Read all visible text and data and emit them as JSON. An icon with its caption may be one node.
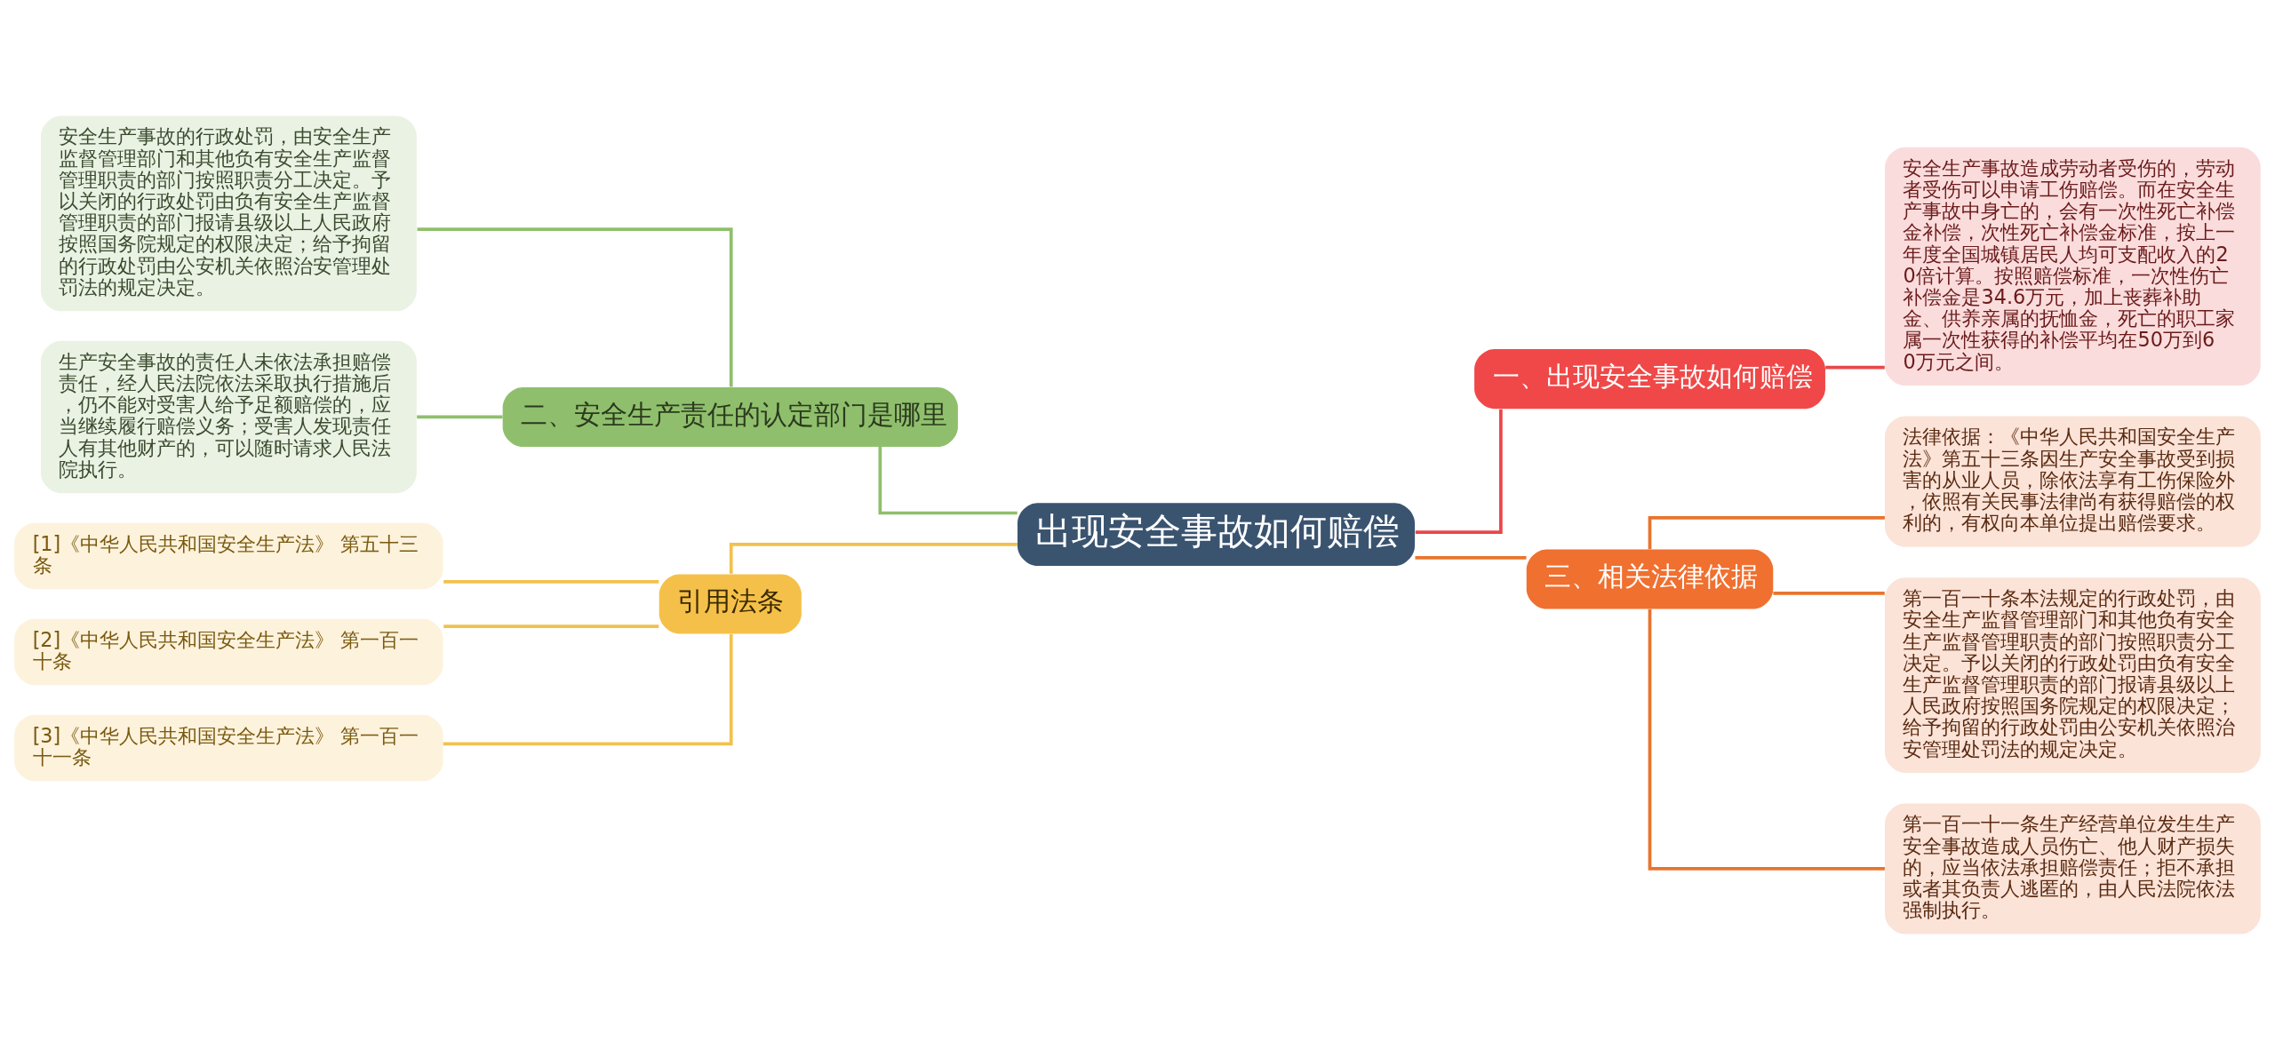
{
  "diagram": {
    "nodes": [
      {
        "text": [
          "出现安全事故如何赔偿"
        ]
      },
      {
        "text": [
          "二、安全生产责任的认定部门是哪里"
        ]
      },
      {
        "text": [
          "安全生产事故的行政处罚，由安全生产监督管理部门和其他负有安全生产监督管理职责的部门按照职责分工决定。予以关闭的行政处罚由负有安全生产监督管理职责的部门报请县级以上人民政府按照国务院规定的权限决定；给予拘留的行政处罚由公安机关依照治安管理处罚法的规定决定。"
        ]
      },
      {
        "text": [
          "生产安全事故的责任人未依法承担赔偿责任，经人民法院依法采取执行措施后，仍不能对受害人给予足额赔偿的，应当继续履行赔偿义务；受害人发现责任人有其他财产的，可以随时请求人民法院执行。"
        ]
      },
      {
        "text": [
          "引用法条"
        ]
      },
      {
        "text": [
          "[1]《中华人民共和国安全生产法》 第五十三条"
        ]
      },
      {
        "text": [
          "[2]《中华人民共和国安全生产法》 第一百一十条"
        ]
      },
      {
        "text": [
          "[3]《中华人民共和国安全生产法》 第一百一十一条"
        ]
      },
      {
        "text": [
          "一、出现安全事故如何赔偿"
        ]
      },
      {
        "text": [
          "安全生产事故造成劳动者受伤的，劳动者受伤可以申请工伤赔偿。而在安全生产事故中身亡的，会有一次性死亡补偿金补偿，次性死亡补偿金标准，按上一年度全国城镇居民人均可支配收入的20倍计算。按照赔偿标准，一次性伤亡补偿金是34.6万元，加上丧葬补助金、供养亲属的抚恤金，死亡的职工家属一次性获得的补偿平均在50万到60万元之间。"
        ]
      },
      {
        "text": [
          "三、相关法律依据"
        ]
      },
      {
        "text": [
          "法律依据：《中华人民共和国安全生产法》第五十三条因生产安全事故受到损害的从业人员，除依法享有工伤保险外，依照有关民事法律尚有获得赔偿的权利的，有权向本单位提出赔偿要求。"
        ]
      },
      {
        "text": [
          "第一百一十条本法规定的行政处罚，由安全生产监督管理部门和其他负有安全生产监督管理职责的部门按照职责分工决定。予以关闭的行政处罚由负有安全生产监督管理职责的部门报请县级以上人民政府按照国务院规定的权限决定；给予拘留的行政处罚由公安机关依照治安管理处罚法的规定决定。"
        ]
      },
      {
        "text": [
          "第一百一十一条生产经营单位发生生产安全事故造成人员伤亡、他人财产损失的，应当依法承担赔偿责任；拒不承担或者其负责人逃匿的，由人民法院依法强制执行。"
        ]
      }
    ],
    "edges": [
      {
        "from": 0,
        "to": 1,
        "arrow": "none",
        "color": "#8fbf6c"
      },
      {
        "from": 1,
        "to": 2,
        "arrow": "none",
        "color": "#8fbf6c"
      },
      {
        "from": 1,
        "to": 3,
        "arrow": "none",
        "color": "#8fbf6c"
      },
      {
        "from": 0,
        "to": 4,
        "arrow": "none",
        "color": "#f2c14e"
      },
      {
        "from": 4,
        "to": 5,
        "arrow": "none",
        "color": "#f2c14e"
      },
      {
        "from": 4,
        "to": 6,
        "arrow": "none",
        "color": "#f2c14e"
      },
      {
        "from": 4,
        "to": 7,
        "arrow": "none",
        "color": "#f2c14e"
      },
      {
        "from": 0,
        "to": 8,
        "arrow": "none",
        "color": "#e8474a"
      },
      {
        "from": 8,
        "to": 9,
        "arrow": "none",
        "color": "#e8474a"
      },
      {
        "from": 0,
        "to": 10,
        "arrow": "none",
        "color": "#e8742e"
      },
      {
        "from": 10,
        "to": 11,
        "arrow": "none",
        "color": "#e8742e"
      },
      {
        "from": 10,
        "to": 12,
        "arrow": "none",
        "color": "#e8742e"
      },
      {
        "from": 10,
        "to": 13,
        "arrow": "none",
        "color": "#e8742e"
      }
    ]
  }
}
